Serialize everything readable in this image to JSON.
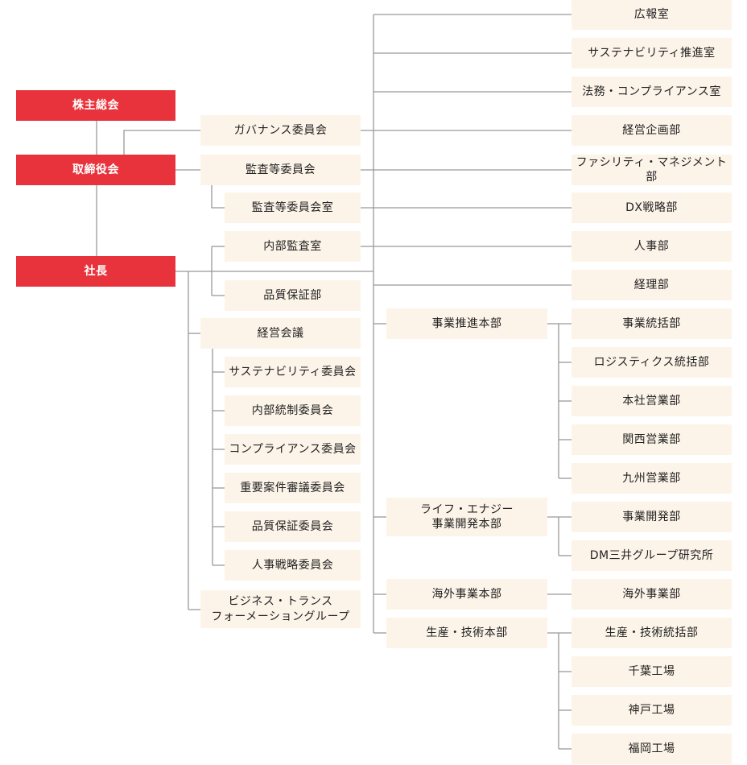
{
  "colors": {
    "red": "#e8333c",
    "box_fill": "#fdf4e9",
    "line": "#999999",
    "text": "#222222"
  },
  "top": {
    "shareholders": "株主総会",
    "board": "取締役会",
    "president": "社長"
  },
  "board_committees": {
    "governance": "ガバナンス委員会",
    "audit": "監査等委員会",
    "audit_office": "監査等委員会室"
  },
  "president_direct": {
    "internal_audit": "内部監査室",
    "quality": "品質保証部"
  },
  "mgmt_meeting": {
    "title": "経営会議",
    "committees": [
      "サステナビリティ委員会",
      "内部統制委員会",
      "コンプライアンス委員会",
      "重要案件審議委員会",
      "品質保証委員会",
      "人事戦略委員会"
    ],
    "dx_group": "ビジネス・トランス\nフォーメーショングループ"
  },
  "corporate_depts": [
    "広報室",
    "サステナビリティ推進室",
    "法務・コンプライアンス室",
    "経営企画部",
    "ファシリティ・マネジメント部",
    "DX戦略部",
    "人事部",
    "経理部"
  ],
  "divisions": {
    "business": {
      "name": "事業推進本部",
      "depts": [
        "事業統括部",
        "ロジスティクス統括部",
        "本社営業部",
        "関西営業部",
        "九州営業部"
      ]
    },
    "life_energy": {
      "name": "ライフ・エナジー\n事業開発本部",
      "depts": [
        "事業開発部",
        "DM三井グループ研究所"
      ]
    },
    "overseas": {
      "name": "海外事業本部",
      "depts": [
        "海外事業部"
      ]
    },
    "production": {
      "name": "生産・技術本部",
      "depts": [
        "生産・技術統括部",
        "千葉工場",
        "神戸工場",
        "福岡工場"
      ]
    }
  }
}
